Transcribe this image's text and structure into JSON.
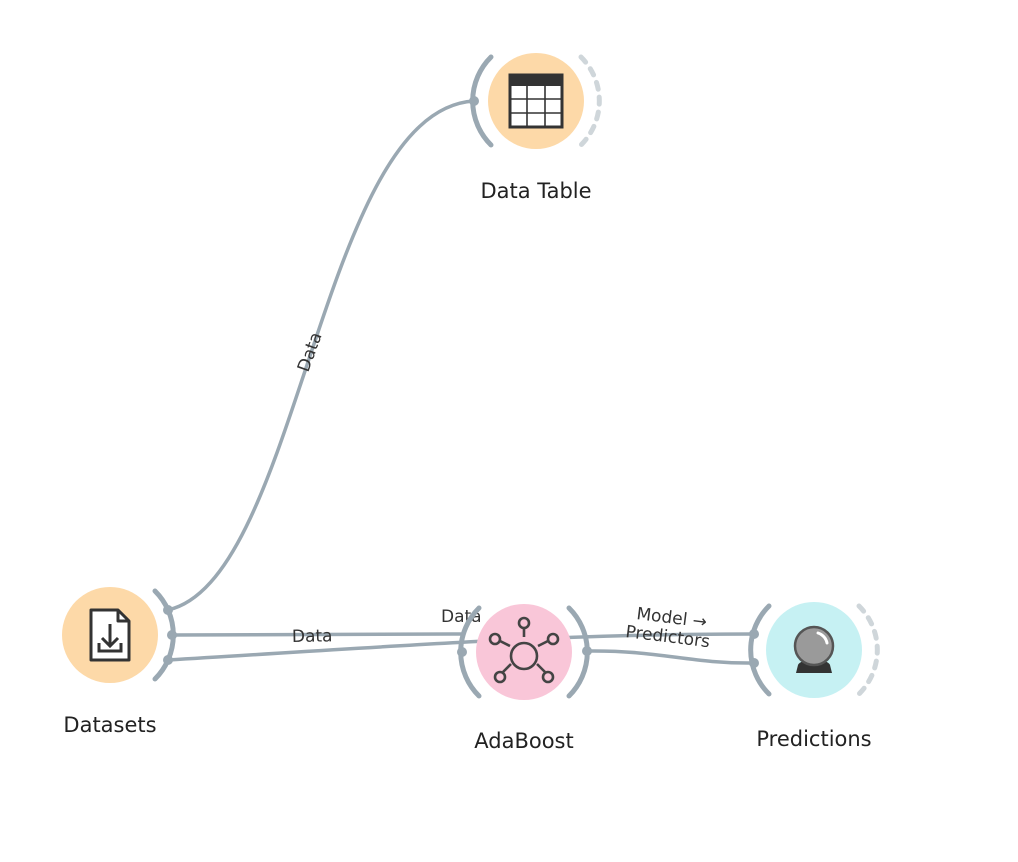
{
  "canvas": {
    "nodes": [
      {
        "id": "data-table",
        "label": "Data Table",
        "icon": "table-icon",
        "color": "#fdd9a8"
      },
      {
        "id": "datasets",
        "label": "Datasets",
        "icon": "download-file-icon",
        "color": "#fdd9a8"
      },
      {
        "id": "adaboost",
        "label": "AdaBoost",
        "icon": "network-hub-icon",
        "color": "#f9c6d8"
      },
      {
        "id": "predictions",
        "label": "Predictions",
        "icon": "crystal-ball-icon",
        "color": "#c6f1f3"
      }
    ],
    "links": [
      {
        "id": "datasets-to-datatable",
        "label": "Data"
      },
      {
        "id": "datasets-to-adaboost",
        "label": "Data"
      },
      {
        "id": "datasets-to-predictions",
        "label": "Data"
      },
      {
        "id": "adaboost-to-predictions",
        "label_line1": "Model →",
        "label_line2": "Predictors"
      }
    ]
  },
  "colors": {
    "link": "#9aa8b2",
    "link_anchor_empty": "#cfd6da",
    "data_widget": "#fdd9a8",
    "model_widget": "#f9c6d8",
    "evaluate_widget": "#c6f1f3"
  }
}
